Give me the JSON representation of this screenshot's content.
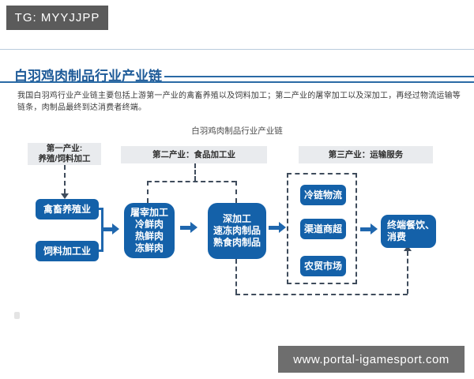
{
  "colors": {
    "box_blue": "#1461a9",
    "arrow_blue": "#1f67ae",
    "title_blue": "#1d5a98",
    "rule_blue": "#2a6aa5",
    "dash_gray": "#3f4c5c",
    "stage_header_gray": "#e9ebee",
    "badge_gray": "#5b5b5b",
    "footer_gray": "#6e6e6e"
  },
  "top_badge": {
    "label": "TG: MYYJJPP"
  },
  "article": {
    "title": "白羽鸡肉制品行业产业链",
    "body_lines": [
      "我国白羽鸡行业产业链主要包括上游第一产业的禽畜养殖以及饲料加工；第二产业的屠宰加工以及深加工，再经过物流运输等",
      "链条，肉制品最终到达消费者终端。"
    ]
  },
  "diagram": {
    "caption": "白羽鸡肉制品行业产业链",
    "stages": [
      {
        "header_lines": [
          "第一产业:",
          "养殖/饲料加工"
        ]
      },
      {
        "header": "第二产业：食品加工业"
      },
      {
        "header": "第三产业：运输服务"
      }
    ],
    "stage1_boxes": [
      "禽畜养殖业",
      "饲料加工业"
    ],
    "slaughter_box_lines": [
      "屠宰加工",
      "冷鲜肉",
      "热鲜肉",
      "冻鲜肉"
    ],
    "deep_processing_box_lines": [
      "深加工",
      "速冻肉制品",
      "熟食肉制品"
    ],
    "logistics_boxes": [
      "冷链物流",
      "渠道商超",
      "农贸市场"
    ],
    "terminal_box_lines": [
      "终端餐饮、",
      "消费"
    ]
  },
  "footer_badge": {
    "label": "www.portal-igamesport.com"
  }
}
